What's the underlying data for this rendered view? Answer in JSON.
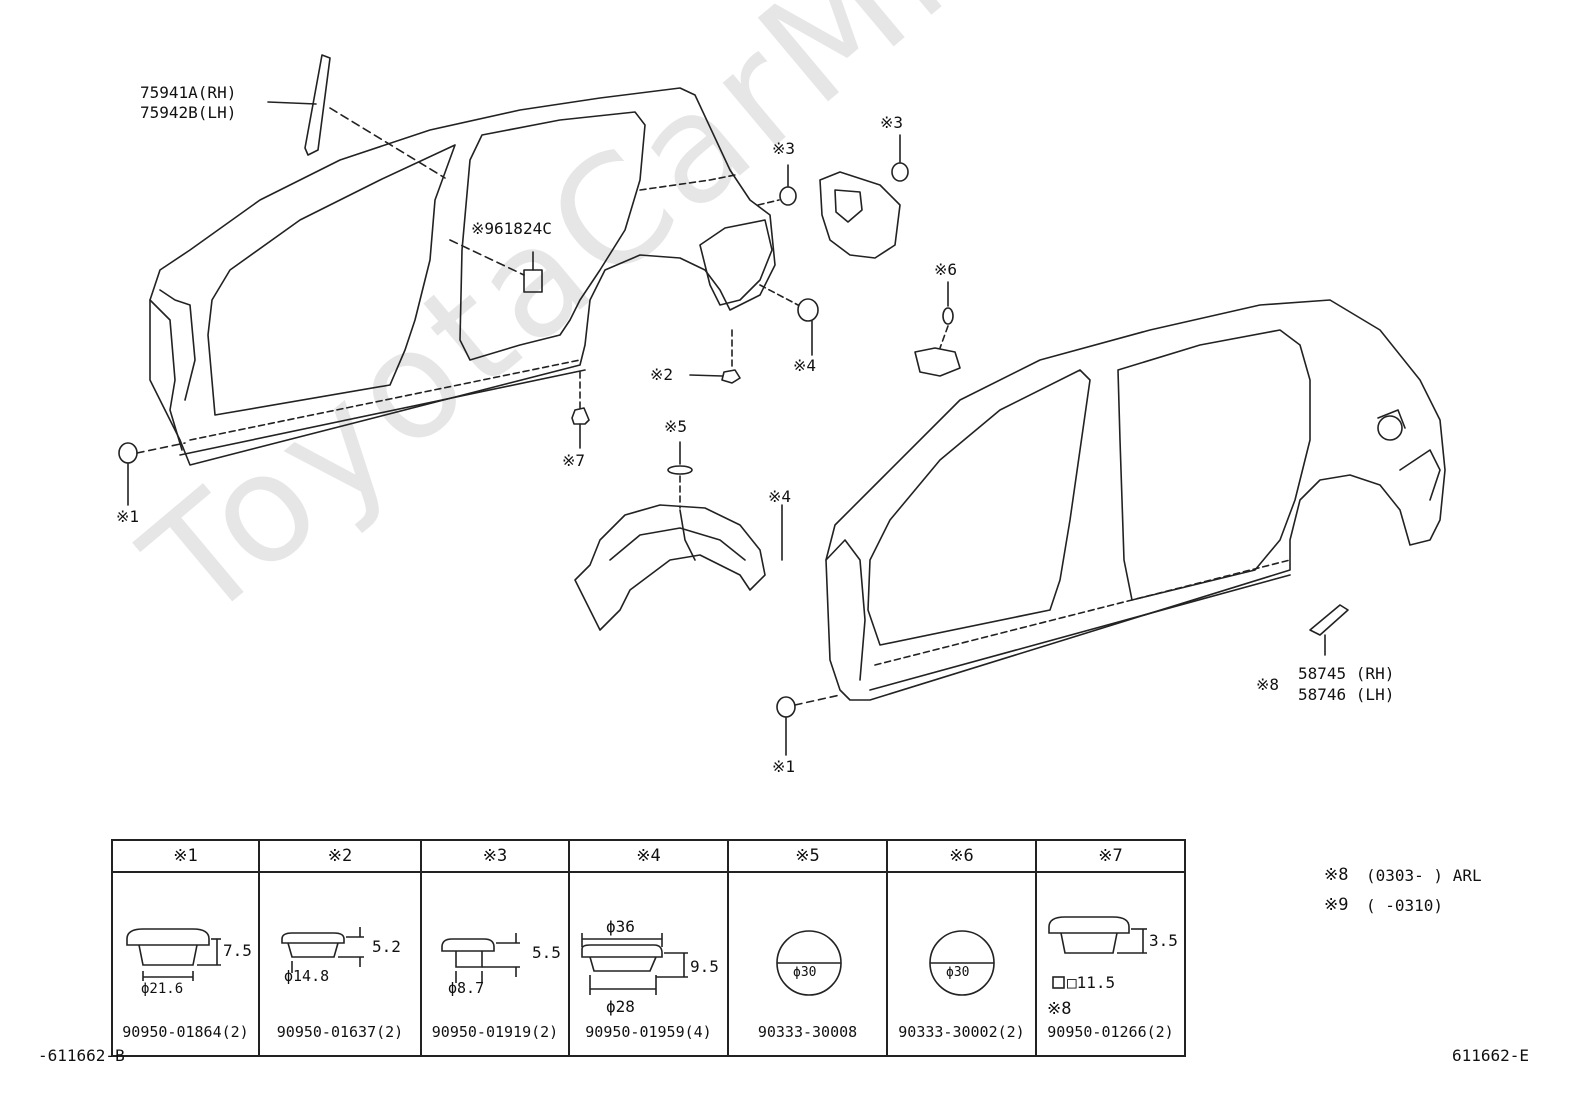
{
  "watermark": "ToyotaCarMine.ru",
  "callouts": {
    "part_moulding_rh": "75941A(RH)",
    "part_moulding_lh": "75942B(LH)",
    "part_961824c": "※961824C",
    "part_58745_rh": "58745 (RH)",
    "part_58746_lh": "58746 (LH)",
    "mark_1_left": "※1",
    "mark_1_right": "※1",
    "mark_2": "※2",
    "mark_3_a": "※3",
    "mark_3_b": "※3",
    "mark_4_a": "※4",
    "mark_4_b": "※4",
    "mark_5": "※5",
    "mark_6": "※6",
    "mark_7": "※7",
    "mark_8": "※8"
  },
  "clip_table": {
    "columns": [
      {
        "mark": "※1",
        "part_no": "90950-01864(2)",
        "dims": [
          "7.5",
          "ϕ21.6"
        ]
      },
      {
        "mark": "※2",
        "part_no": "90950-01637(2)",
        "dims": [
          "5.2",
          "ϕ14.8"
        ]
      },
      {
        "mark": "※3",
        "part_no": "90950-01919(2)",
        "dims": [
          "5.5",
          "ϕ8.7"
        ]
      },
      {
        "mark": "※4",
        "part_no": "90950-01959(4)",
        "dims": [
          "ϕ36",
          "9.5",
          "ϕ28"
        ]
      },
      {
        "mark": "※5",
        "part_no": "90333-30008",
        "dims": [
          "ϕ30"
        ]
      },
      {
        "mark": "※6",
        "part_no": "90333-30002(2)",
        "dims": [
          "ϕ30"
        ]
      },
      {
        "mark": "※7",
        "part_no": "90950-01266(2)",
        "dims": [
          "3.5",
          "□11.5"
        ],
        "sub_mark": "※8"
      }
    ]
  },
  "notes": {
    "note_8_mark": "※8",
    "note_8_text": "(0303-      ) ARL",
    "note_9_mark": "※9",
    "note_9_text": "(      -0310)"
  },
  "footer": {
    "left_code": "-611662-B",
    "right_code": "611662-E"
  }
}
